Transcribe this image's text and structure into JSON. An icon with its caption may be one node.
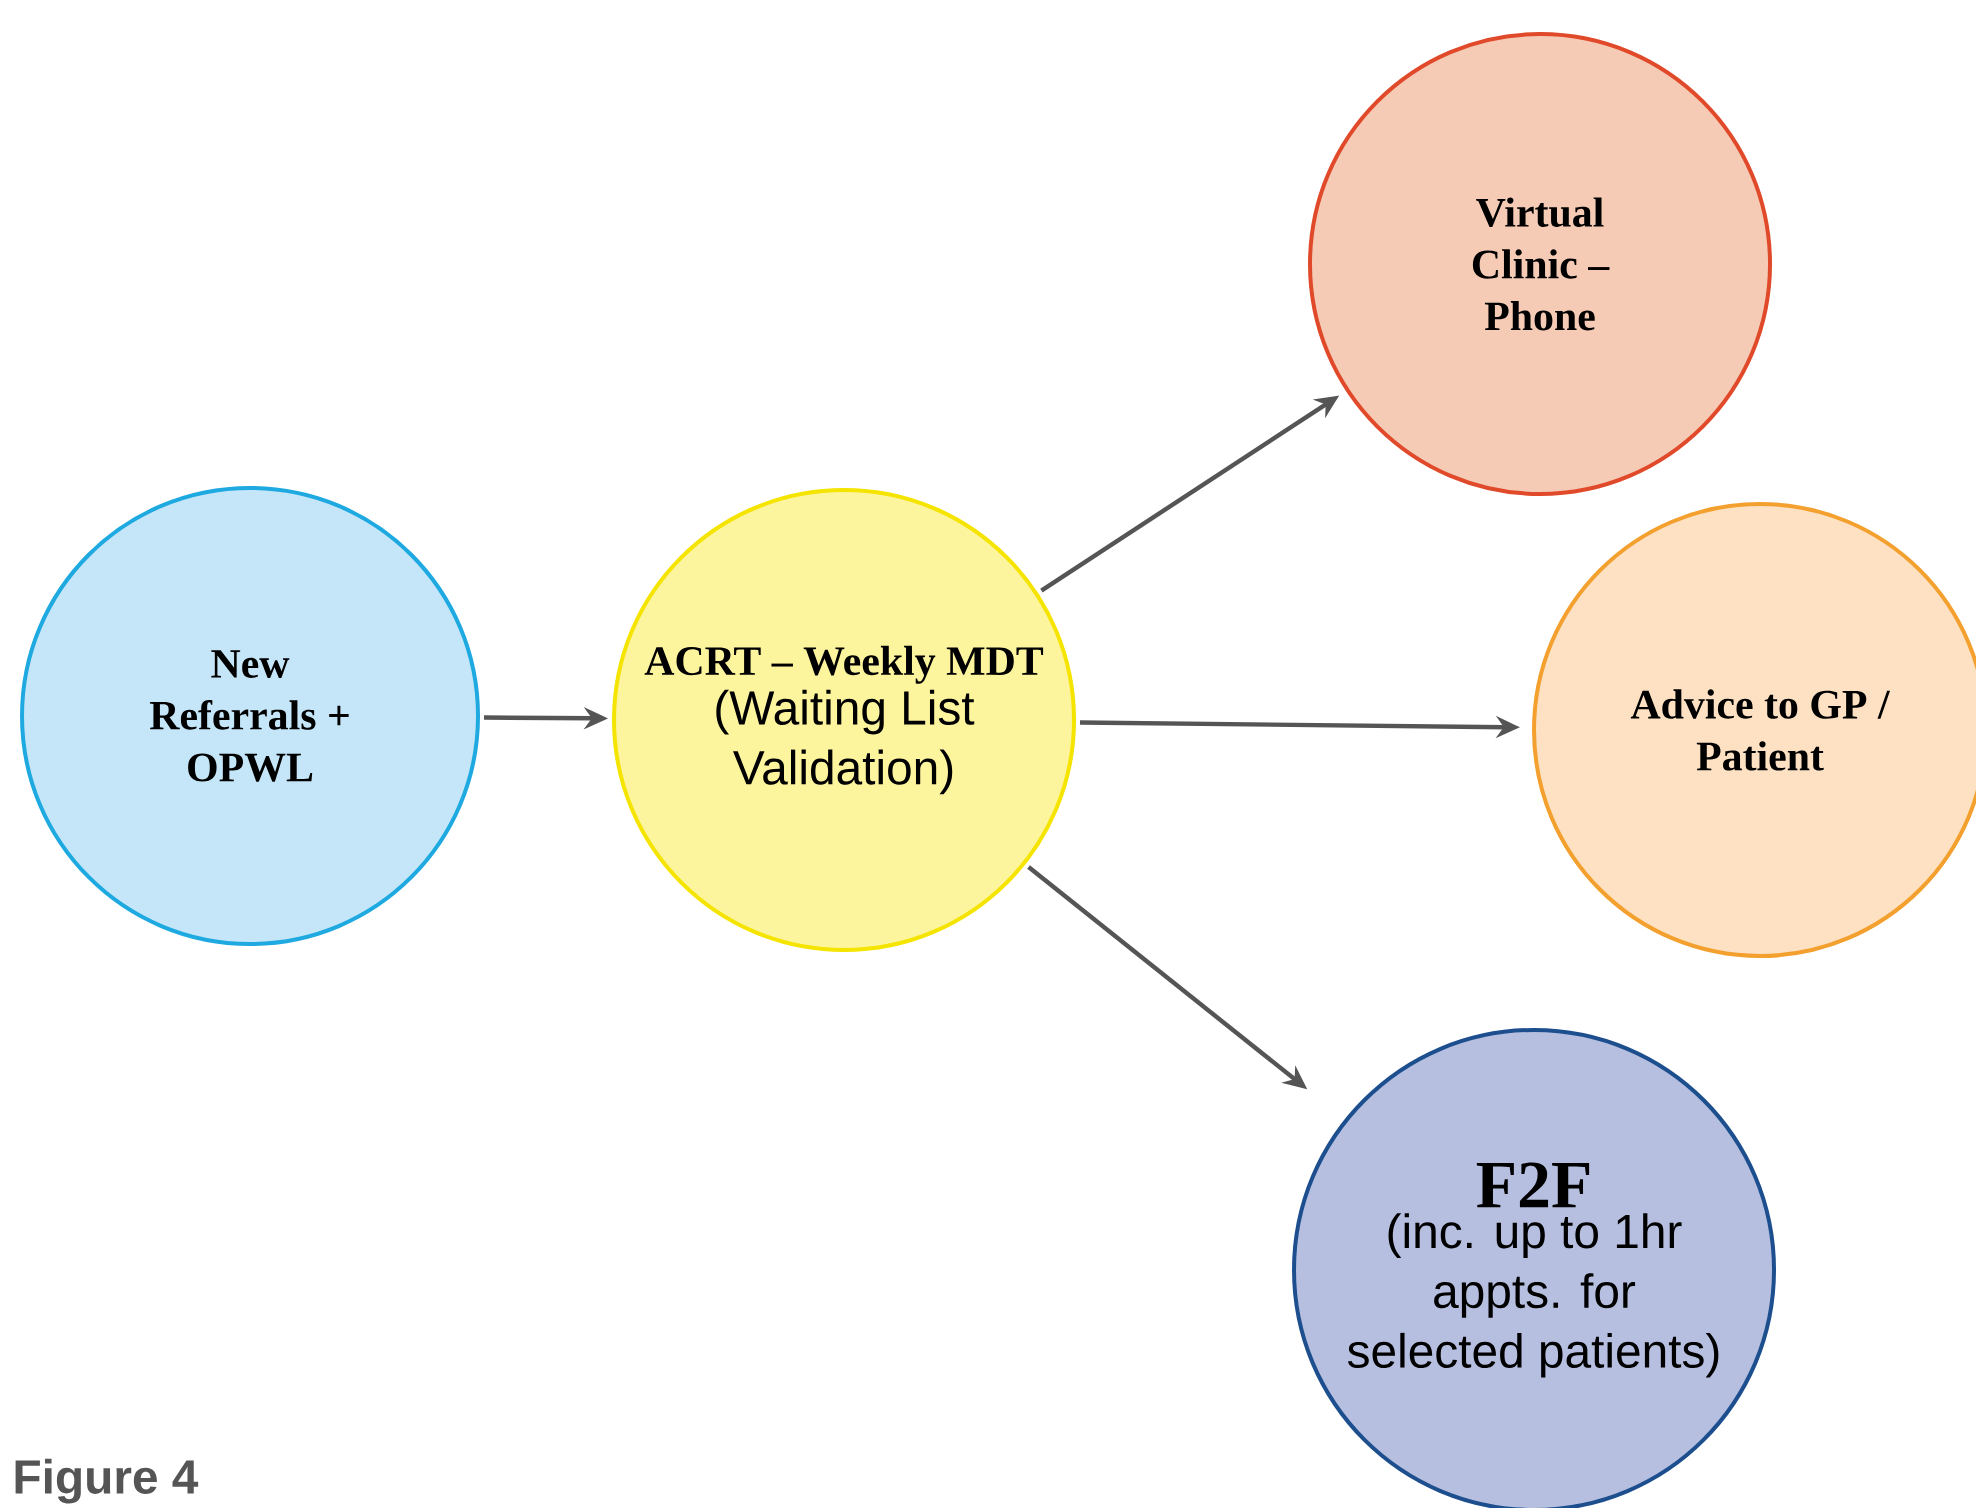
{
  "diagram": {
    "caption": "Figure 4",
    "nodes": [
      {
        "text": [
          "New Referrals + OPWL"
        ]
      },
      {
        "text": [
          "ACRT – Weekly MDT",
          "(Waiting List Validation)"
        ]
      },
      {
        "text": [
          "Virtual Clinic – Phone"
        ]
      },
      {
        "text": [
          "Advice to GP / Patient"
        ]
      },
      {
        "text": [
          "F2F",
          "(inc. up to 1hr appts. for selected patients)"
        ]
      }
    ],
    "edges": [
      {
        "from": 0,
        "to": 1,
        "arrow": "to"
      },
      {
        "from": 1,
        "to": 2,
        "arrow": "to"
      },
      {
        "from": 1,
        "to": 3,
        "arrow": "to"
      },
      {
        "from": 1,
        "to": 4,
        "arrow": "to"
      }
    ]
  }
}
